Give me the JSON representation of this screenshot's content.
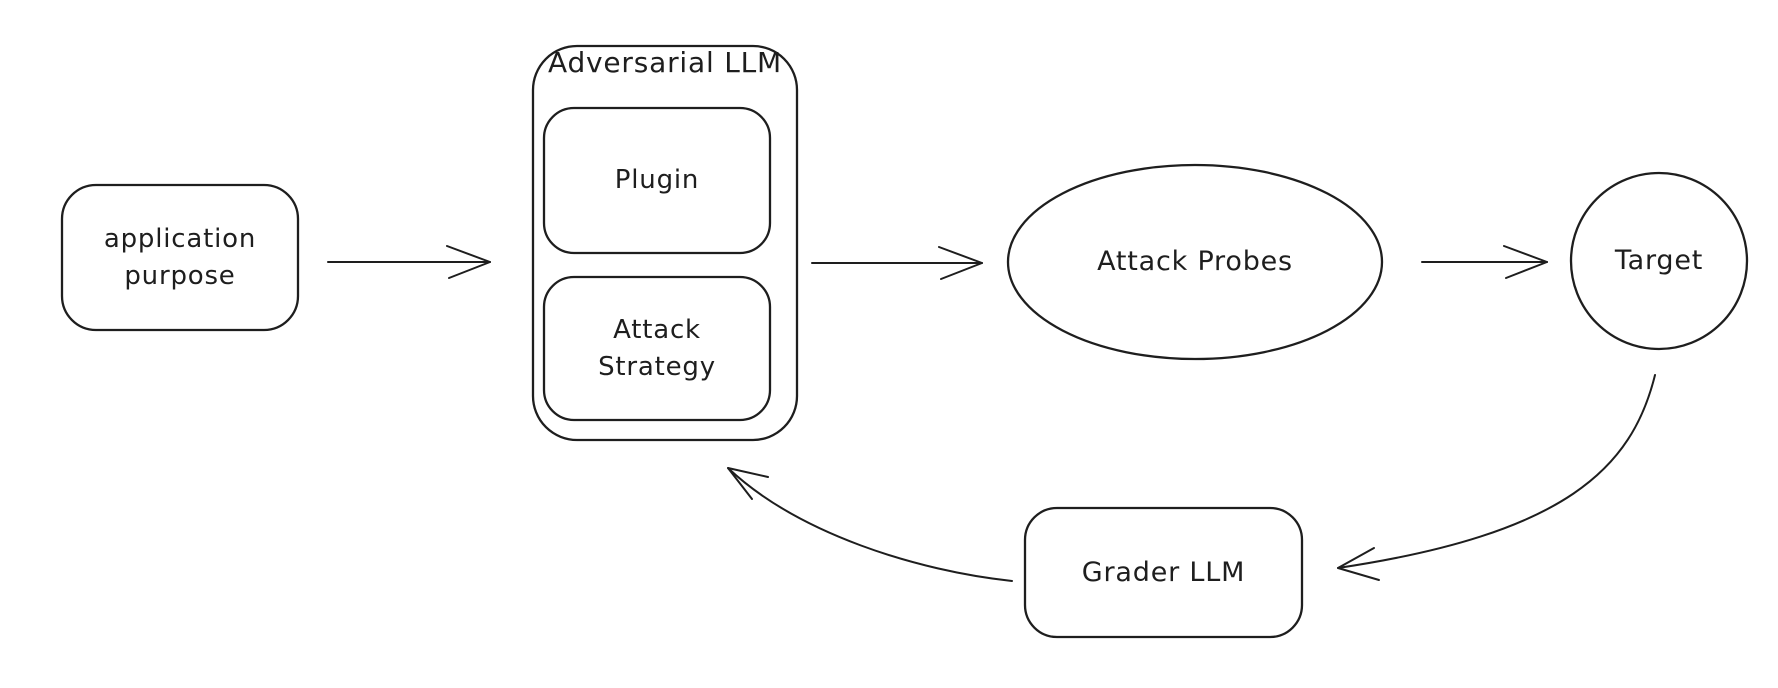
{
  "diagram": {
    "type": "flowchart",
    "style": "hand-drawn",
    "background_color": "#ffffff",
    "stroke_color": "#1e1e1e",
    "nodes": {
      "application_purpose": {
        "label": "application purpose",
        "shape": "rounded-rectangle"
      },
      "adversarial_llm": {
        "label": "Adversarial LLM",
        "shape": "rounded-rectangle-container"
      },
      "plugin": {
        "label": "Plugin",
        "shape": "rounded-rectangle",
        "parent": "Adversarial LLM"
      },
      "attack_strategy": {
        "label": "Attack Strategy",
        "shape": "rounded-rectangle",
        "parent": "Adversarial LLM"
      },
      "attack_probes": {
        "label": "Attack Probes",
        "shape": "ellipse"
      },
      "target": {
        "label": "Target",
        "shape": "circle"
      },
      "grader_llm": {
        "label": "Grader LLM",
        "shape": "rounded-rectangle"
      }
    },
    "edges": [
      {
        "from": "application purpose",
        "to": "Adversarial LLM",
        "style": "straight"
      },
      {
        "from": "Adversarial LLM",
        "to": "Attack Probes",
        "style": "straight"
      },
      {
        "from": "Attack Probes",
        "to": "Target",
        "style": "straight"
      },
      {
        "from": "Target",
        "to": "Grader LLM",
        "style": "curved"
      },
      {
        "from": "Grader LLM",
        "to": "Adversarial LLM",
        "style": "curved"
      }
    ]
  }
}
